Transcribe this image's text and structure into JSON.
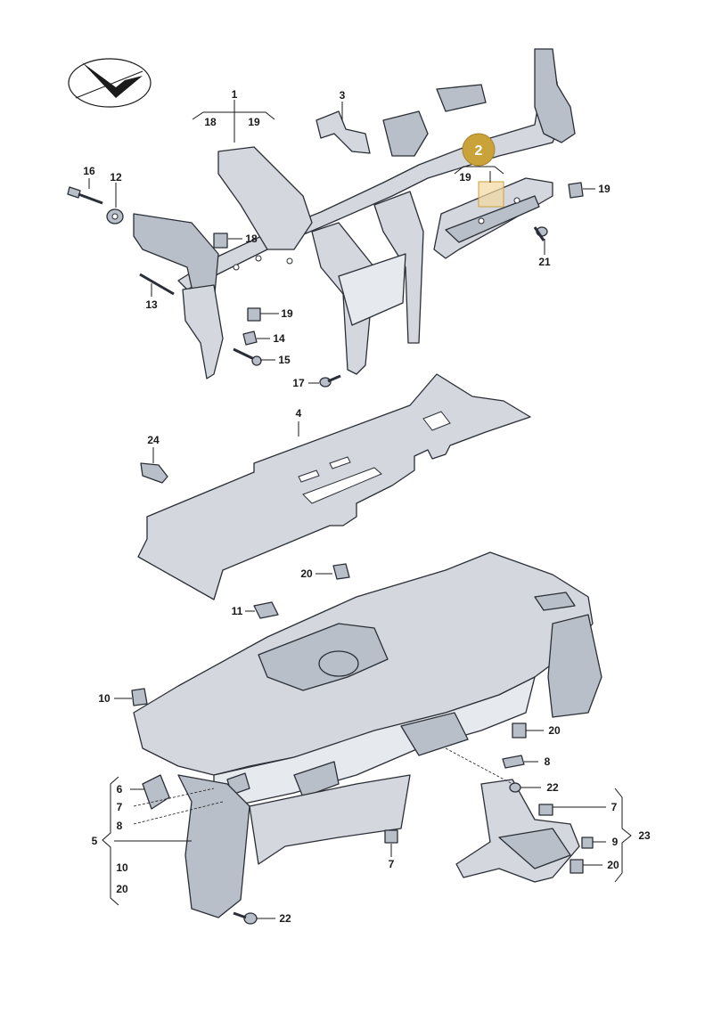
{
  "callouts": {
    "c1": "1",
    "c1a": "18",
    "c1b": "19",
    "c3": "3",
    "c2badge": "2",
    "c2sub": "19",
    "c16": "16",
    "c12": "12",
    "c18": "18",
    "c13": "13",
    "c19a": "19",
    "c14": "14",
    "c15": "15",
    "c17": "17",
    "c19b": "19",
    "c21": "21",
    "c4": "4",
    "c24": "24",
    "c20a": "20",
    "c11": "11",
    "c10": "10",
    "c20b": "20",
    "c8b": "8",
    "c22a": "22",
    "c7r": "7",
    "c9": "9",
    "c20c": "20",
    "c23": "23",
    "c6": "6",
    "c7l": "7",
    "c8l": "8",
    "c5": "5",
    "c10l": "10",
    "c20l": "20",
    "c7b": "7",
    "c22b": "22"
  },
  "colors": {
    "highlight_badge": "#c9a23a",
    "highlight_box": "#f3d9a0",
    "part_fill": "#d4d8de"
  },
  "icons": {
    "orientation": "direction-arrow-icon"
  }
}
